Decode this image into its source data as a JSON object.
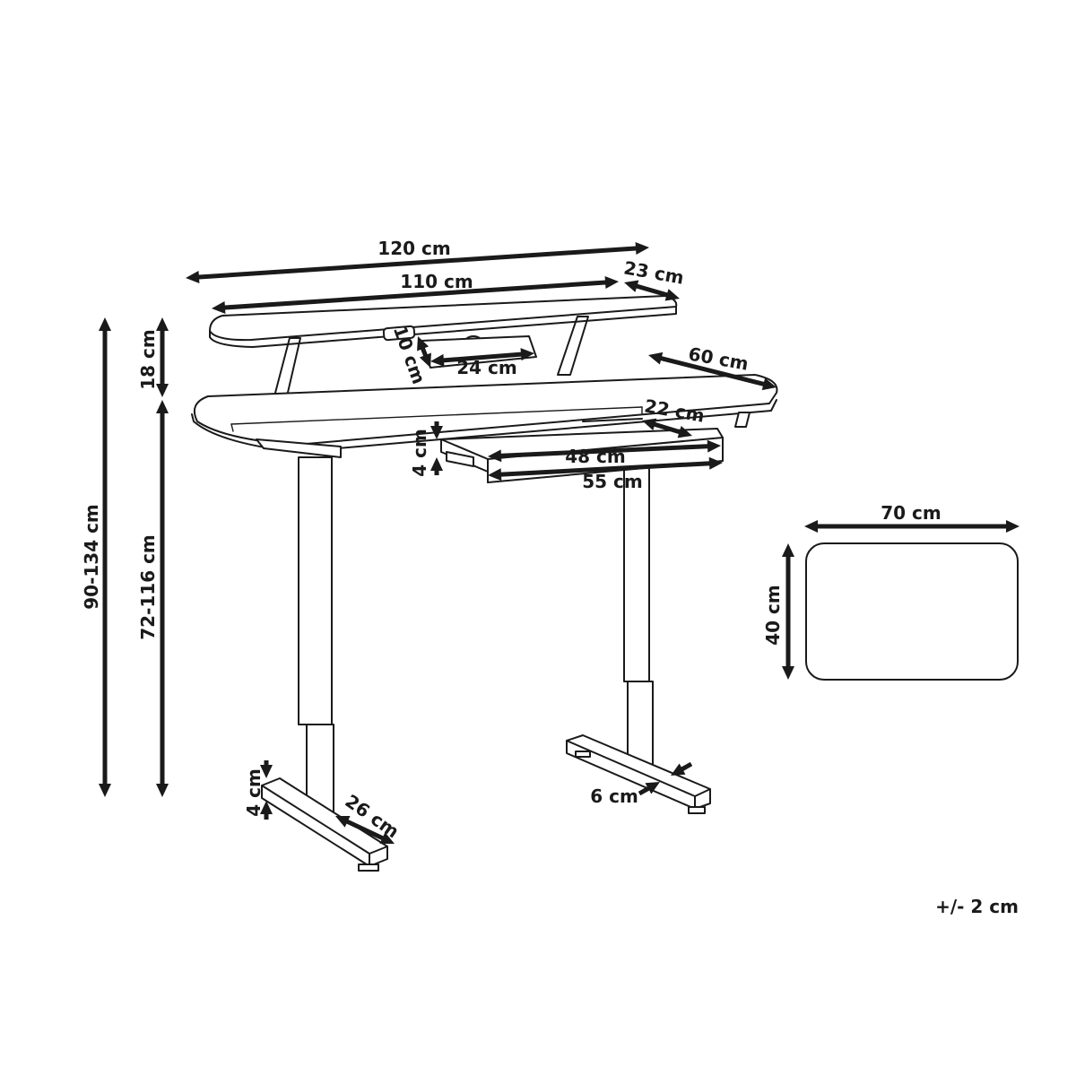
{
  "labels": {
    "width_total": "120 cm",
    "shelf_width": "110 cm",
    "shelf_depth": "23 cm",
    "shelf_height": "18 cm",
    "shelf_opening_depth": "10 cm",
    "shelf_opening_width": "24 cm",
    "desk_depth": "60 cm",
    "drawer_depth": "22 cm",
    "drawer_height": "4 cm",
    "drawer_inner_width": "48 cm",
    "drawer_outer_width": "55 cm",
    "total_height": "90-134 cm",
    "desk_height": "72-116 cm",
    "foot_height": "4 cm",
    "foot_length": "26 cm",
    "foot_width": "6 cm",
    "top_length": "70 cm",
    "top_width": "40 cm",
    "tolerance": "+/- 2 cm"
  }
}
